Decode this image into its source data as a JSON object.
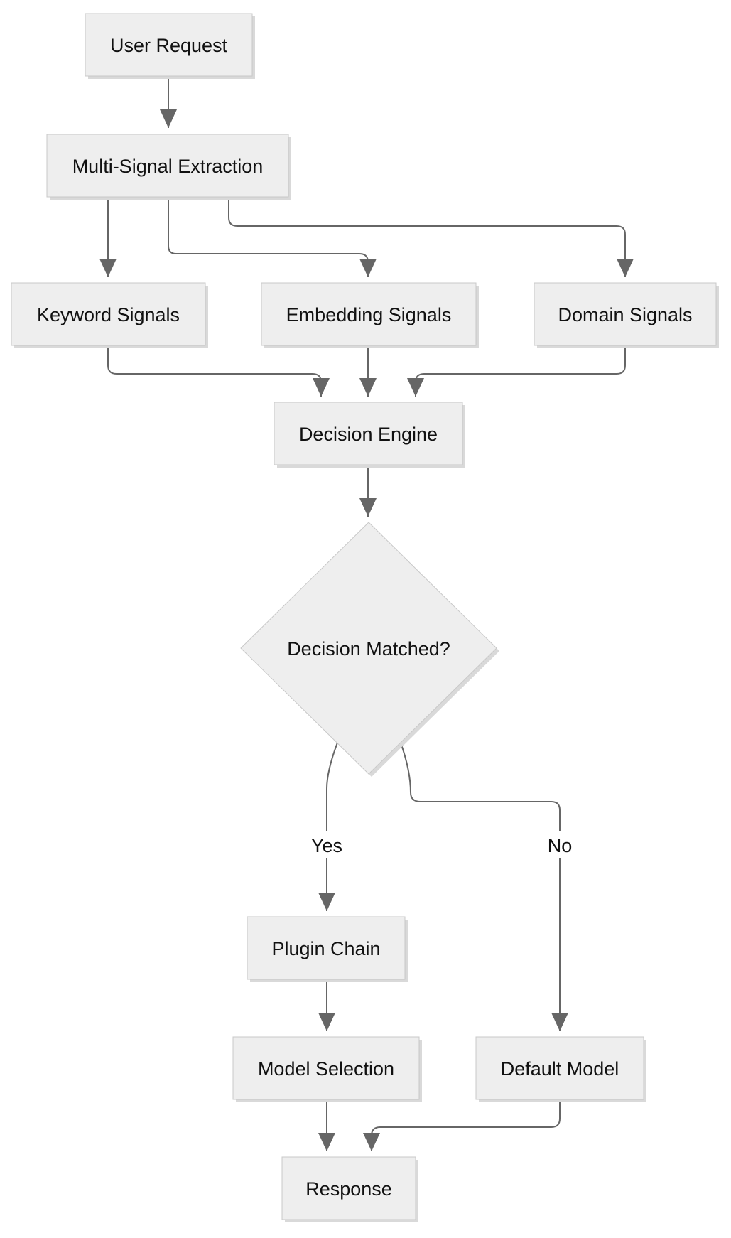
{
  "nodes": {
    "user_request": "User Request",
    "multi_signal_extraction": "Multi-Signal Extraction",
    "keyword_signals": "Keyword Signals",
    "embedding_signals": "Embedding Signals",
    "domain_signals": "Domain Signals",
    "decision_engine": "Decision Engine",
    "decision_matched": "Decision Matched?",
    "plugin_chain": "Plugin Chain",
    "model_selection": "Model Selection",
    "default_model": "Default Model",
    "response": "Response"
  },
  "edge_labels": {
    "yes": "Yes",
    "no": "No"
  },
  "colors": {
    "node_fill": "#eeeeee",
    "node_stroke": "#c8c8c8",
    "edge": "#666666"
  }
}
